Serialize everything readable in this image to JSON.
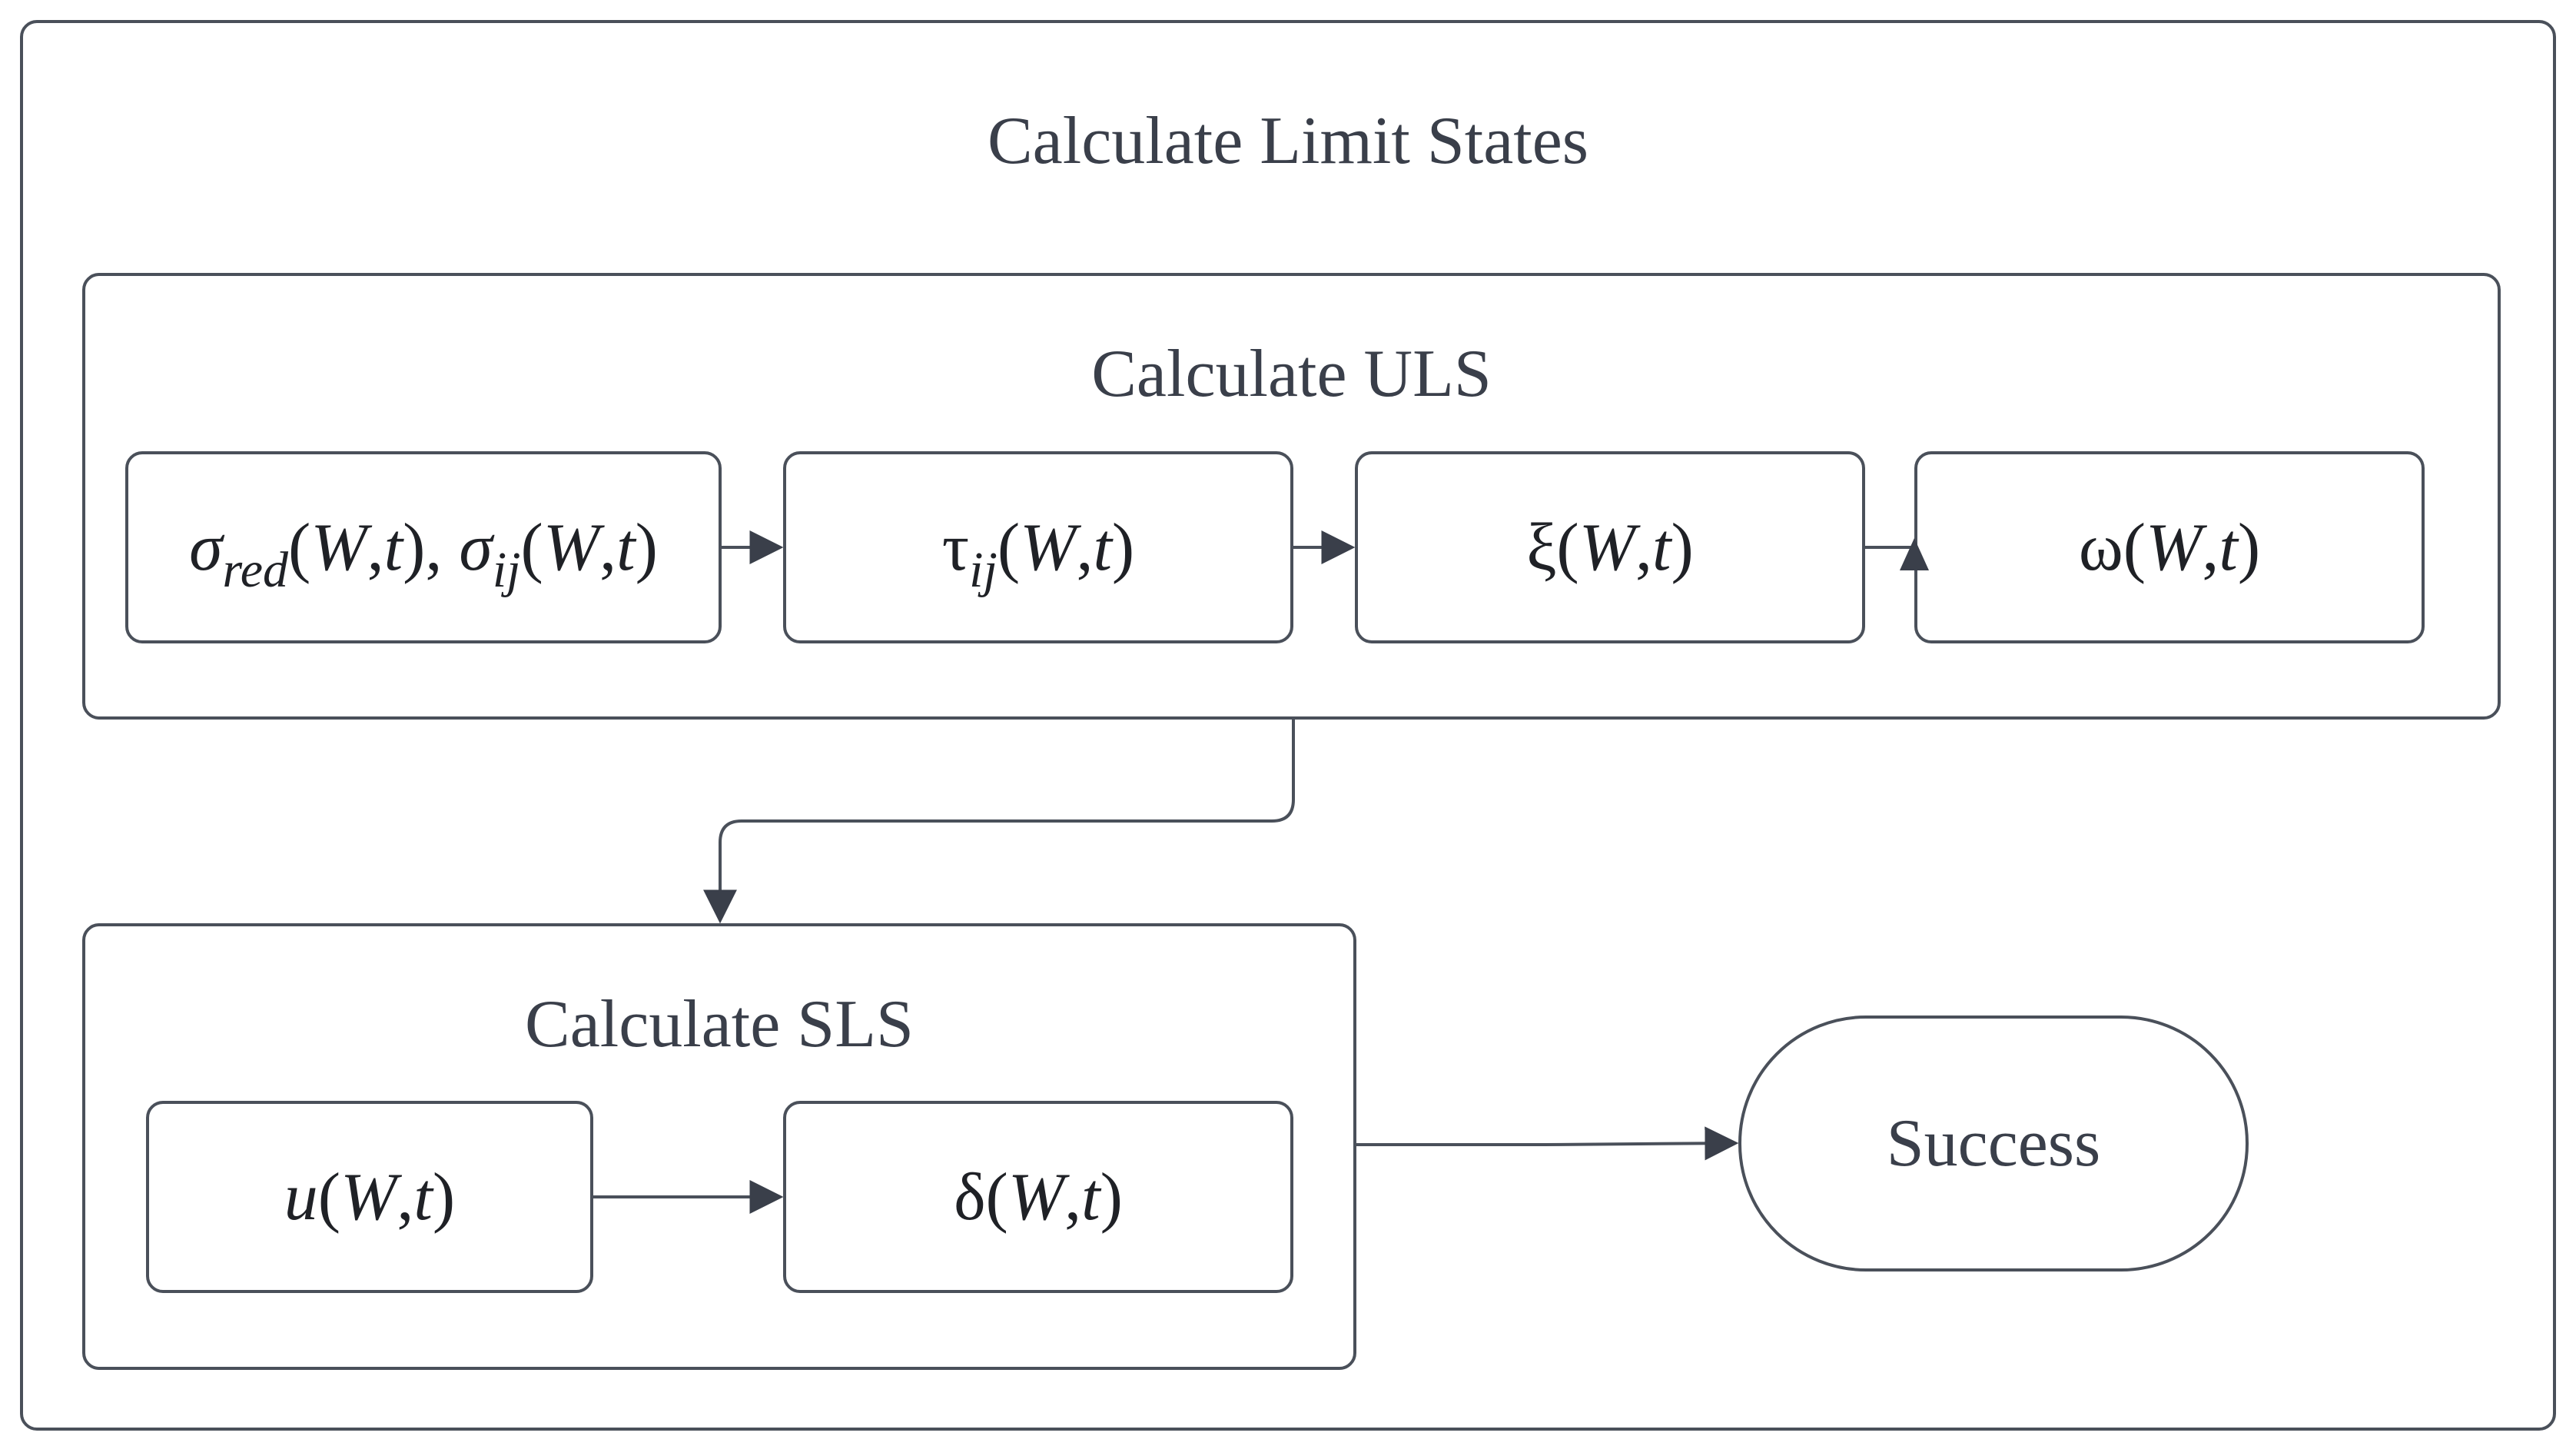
{
  "diagram": {
    "outer_title": "Calculate Limit States",
    "uls": {
      "title": "Calculate ULS",
      "nodes": [
        {
          "id": "sigma",
          "label": "σred(W,t), σij(W,t)"
        },
        {
          "id": "tau",
          "label": "τij(W,t)"
        },
        {
          "id": "xi",
          "label": "ξ(W,t)"
        },
        {
          "id": "omega",
          "label": "ω(W,t)"
        }
      ]
    },
    "sls": {
      "title": "Calculate SLS",
      "nodes": [
        {
          "id": "u",
          "label": "u(W,t)"
        },
        {
          "id": "delta",
          "label": "δ(W,t)"
        }
      ]
    },
    "terminal": {
      "label": "Success"
    },
    "edges": [
      {
        "from": "sigma",
        "to": "tau"
      },
      {
        "from": "tau",
        "to": "xi"
      },
      {
        "from": "xi",
        "to": "omega"
      },
      {
        "from": "Calculate ULS",
        "to": "Calculate SLS"
      },
      {
        "from": "u",
        "to": "delta"
      },
      {
        "from": "Calculate SLS",
        "to": "Success"
      }
    ],
    "colors": {
      "stroke": "#4a505a",
      "text": "#3a3f4a",
      "background": "#ffffff"
    }
  }
}
